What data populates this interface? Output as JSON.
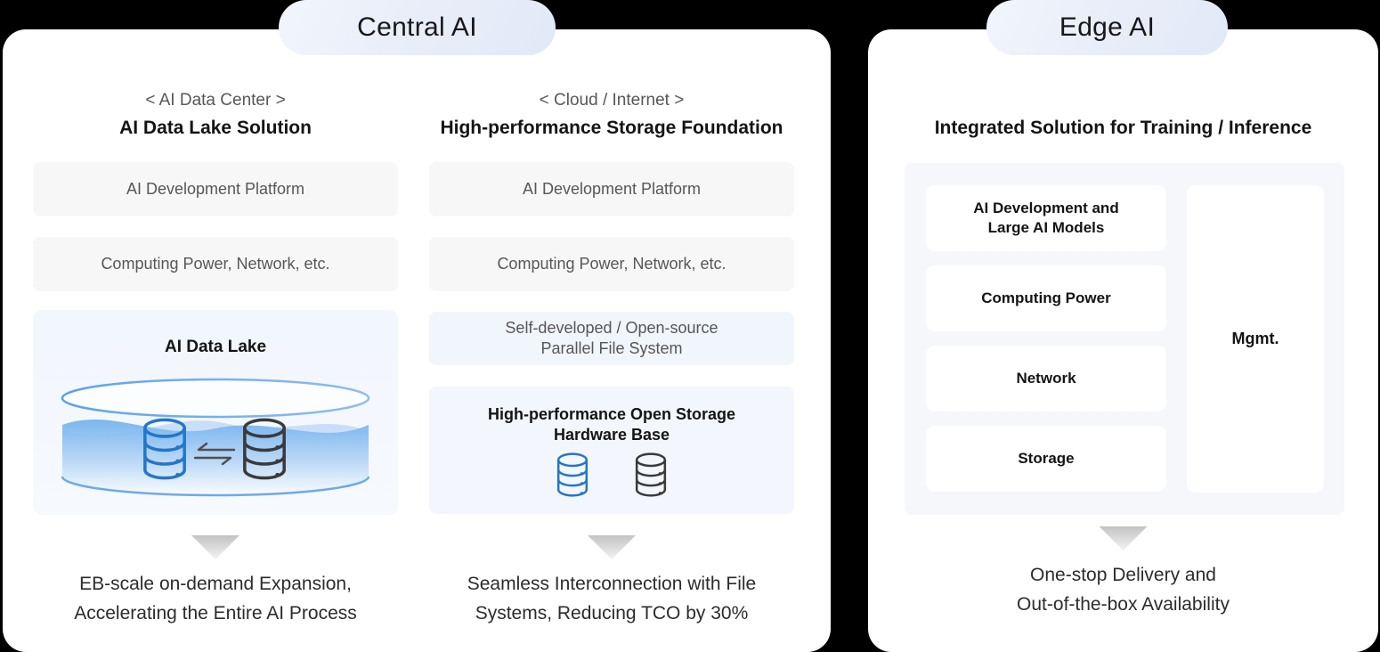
{
  "colors": {
    "accent_blue": "#2476c8",
    "icon_dark": "#3a3a3a",
    "pill_bg": "#e7edf9",
    "panel_bg": "#f5f7fb",
    "gray_box_bg": "#f7f7f7",
    "blue_box_bg": "#f1f5fc",
    "page_bg": "#000000"
  },
  "central": {
    "title": "Central AI",
    "datacenter": {
      "tag": "< AI Data Center >",
      "heading": "AI Data Lake Solution",
      "boxes": [
        "AI Development Platform",
        "Computing Power, Network, etc."
      ],
      "lake_title": "AI Data Lake",
      "caption": [
        "EB-scale on-demand Expansion,",
        "Accelerating the Entire AI Process"
      ]
    },
    "cloud": {
      "tag": "< Cloud / Internet >",
      "heading": "High-performance Storage Foundation",
      "boxes": [
        "AI Development Platform",
        "Computing Power, Network, etc."
      ],
      "file_system": [
        "Self-developed / Open-source",
        "Parallel File System"
      ],
      "hardware": [
        "High-performance Open Storage",
        "Hardware Base"
      ],
      "caption": [
        "Seamless Interconnection with File",
        "Systems, Reducing TCO by 30%"
      ]
    }
  },
  "edge": {
    "title": "Edge AI",
    "heading": "Integrated Solution for Training / Inference",
    "stack": [
      "AI Development and Large AI Models",
      "Computing Power",
      "Network",
      "Storage"
    ],
    "mgmt_label": "Mgmt.",
    "caption": [
      "One-stop Delivery and",
      "Out-of-the-box Availability"
    ]
  }
}
